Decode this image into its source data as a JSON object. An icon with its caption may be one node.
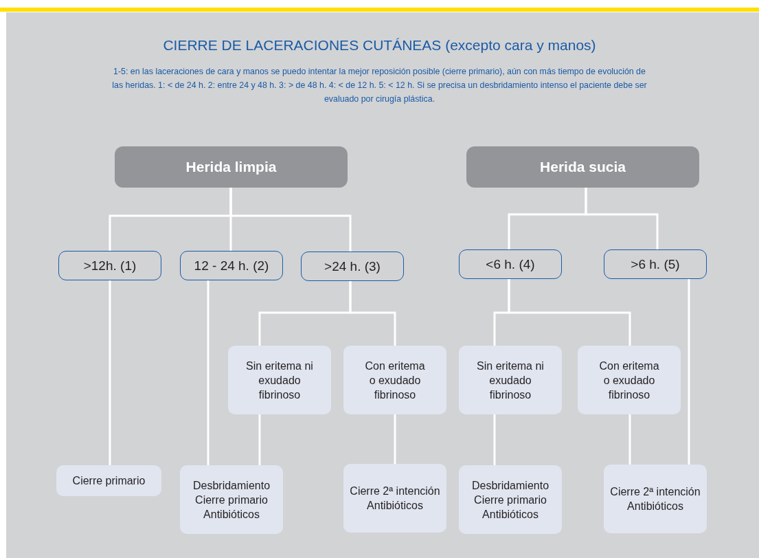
{
  "diagram": {
    "title": "CIERRE DE LACERACIONES CUTÁNEAS (excepto cara y manos)",
    "caption": "1-5: en las laceraciones de cara y manos se puedo intentar la mejor reposición posible (cierre primario), aún con más tiempo de evolución de las heridas. 1: < de 24 h. 2: entre 24 y 48 h. 3: > de 48 h. 4: < de 12 h. 5: < 12 h. Si se precisa un desbridamiento intenso el paciente debe ser evaluado por cirugía plástica.",
    "nodes": [
      {
        "text": [
          "Herida limpia"
        ]
      },
      {
        "text": [
          "Herida sucia"
        ]
      },
      {
        "text": [
          ">12h. (1)"
        ]
      },
      {
        "text": [
          "12 - 24 h. (2)"
        ]
      },
      {
        "text": [
          ">24 h. (3)"
        ]
      },
      {
        "text": [
          "<6 h. (4)"
        ]
      },
      {
        "text": [
          ">6 h. (5)"
        ]
      },
      {
        "text": [
          "Sin eritema ni exudado fibrinoso"
        ]
      },
      {
        "text": [
          "Con eritema o exudado fibrinoso"
        ]
      },
      {
        "text": [
          "Sin eritema ni exudado fibrinoso"
        ]
      },
      {
        "text": [
          "Con eritema o exudado fibrinoso"
        ]
      },
      {
        "text": [
          "Cierre primario"
        ]
      },
      {
        "text": [
          "Desbridamiento",
          "Cierre primario",
          "Antibióticos"
        ]
      },
      {
        "text": [
          "Cierre 2ª intención",
          "Antibióticos"
        ]
      },
      {
        "text": [
          "Desbridamiento",
          "Cierre primario",
          "Antibióticos"
        ]
      },
      {
        "text": [
          "Cierre 2ª intención",
          "Antibióticos"
        ]
      }
    ],
    "edges": [
      {
        "from": 0,
        "to": 2,
        "arrow": "none"
      },
      {
        "from": 0,
        "to": 3,
        "arrow": "none"
      },
      {
        "from": 0,
        "to": 4,
        "arrow": "none"
      },
      {
        "from": 1,
        "to": 5,
        "arrow": "none"
      },
      {
        "from": 1,
        "to": 6,
        "arrow": "none"
      },
      {
        "from": 4,
        "to": 7,
        "arrow": "none"
      },
      {
        "from": 4,
        "to": 8,
        "arrow": "none"
      },
      {
        "from": 5,
        "to": 9,
        "arrow": "none"
      },
      {
        "from": 5,
        "to": 10,
        "arrow": "none"
      },
      {
        "from": 2,
        "to": 11,
        "arrow": "none"
      },
      {
        "from": 3,
        "to": 12,
        "arrow": "none"
      },
      {
        "from": 7,
        "to": 12,
        "arrow": "none"
      },
      {
        "from": 8,
        "to": 13,
        "arrow": "none"
      },
      {
        "from": 9,
        "to": 14,
        "arrow": "none"
      },
      {
        "from": 10,
        "to": 15,
        "arrow": "none"
      },
      {
        "from": 6,
        "to": 15,
        "arrow": "none"
      }
    ]
  }
}
